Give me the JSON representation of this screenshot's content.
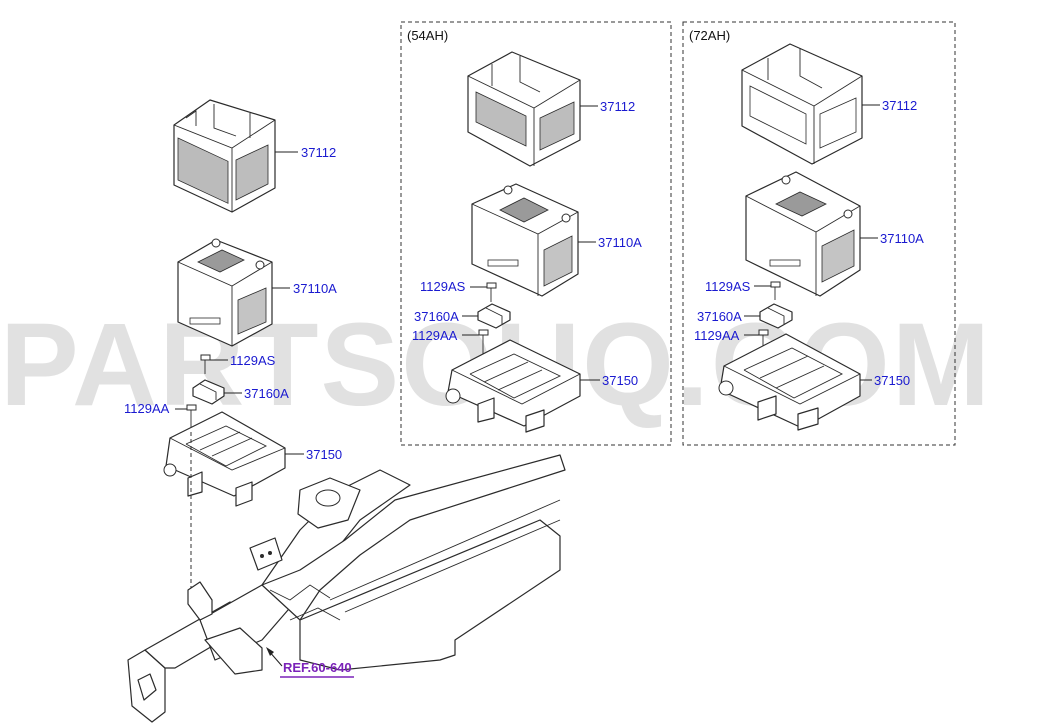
{
  "groups": {
    "g54": {
      "label": "(54AH)"
    },
    "g72": {
      "label": "(72AH)"
    }
  },
  "callouts": {
    "left_tray_cover": "37112",
    "left_battery": "37110A",
    "left_bolt_as": "1129AS",
    "left_clamp": "37160A",
    "left_bolt_aa": "1129AA",
    "left_tray": "37150",
    "g54_tray_cover": "37112",
    "g54_battery": "37110A",
    "g54_bolt_as": "1129AS",
    "g54_clamp": "37160A",
    "g54_bolt_aa": "1129AA",
    "g54_tray": "37150",
    "g72_tray_cover": "37112",
    "g72_battery": "37110A",
    "g72_bolt_as": "1129AS",
    "g72_clamp": "37160A",
    "g72_bolt_aa": "1129AA",
    "g72_tray": "37150"
  },
  "reference": {
    "label": "REF.60-640"
  },
  "watermark": {
    "text": "PARTSOUQ.COM"
  },
  "colors": {
    "part_number": "#1a1ad0",
    "reference": "#7a22b8",
    "watermark": "#c9c9c9"
  }
}
